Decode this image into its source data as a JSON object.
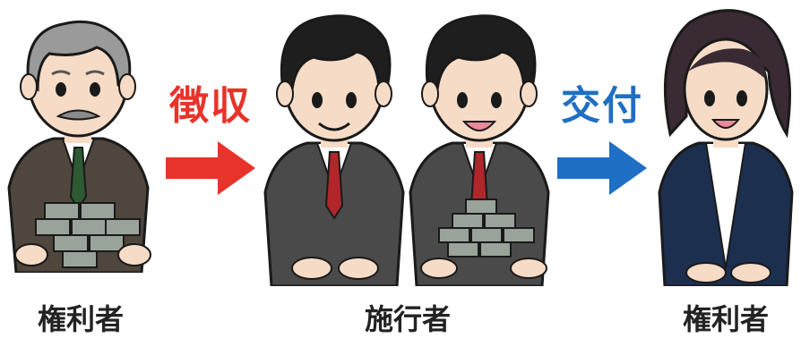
{
  "labels": {
    "left": "権利者",
    "center": "施行者",
    "right": "権利者"
  },
  "actions": {
    "collect": {
      "text": "徴収",
      "color": "#e8332a"
    },
    "deliver": {
      "text": "交付",
      "color": "#1f6fc4"
    }
  },
  "figures": [
    {
      "name": "elderly-man-with-money",
      "hair": "gray",
      "holding_money": true
    },
    {
      "name": "official-1",
      "hair": "black",
      "holding_money": false
    },
    {
      "name": "official-2",
      "hair": "black",
      "holding_money": true
    },
    {
      "name": "woman-receiving",
      "hair": "dark-brown",
      "holding_money": false
    }
  ],
  "colors": {
    "suit_gray": "#4a4a4a",
    "tie_red": "#b0262a",
    "tie_green": "#2e5a33",
    "woman_jacket": "#1d2f4f",
    "skin": "#f6dcc7",
    "money": "#9aa39a"
  }
}
